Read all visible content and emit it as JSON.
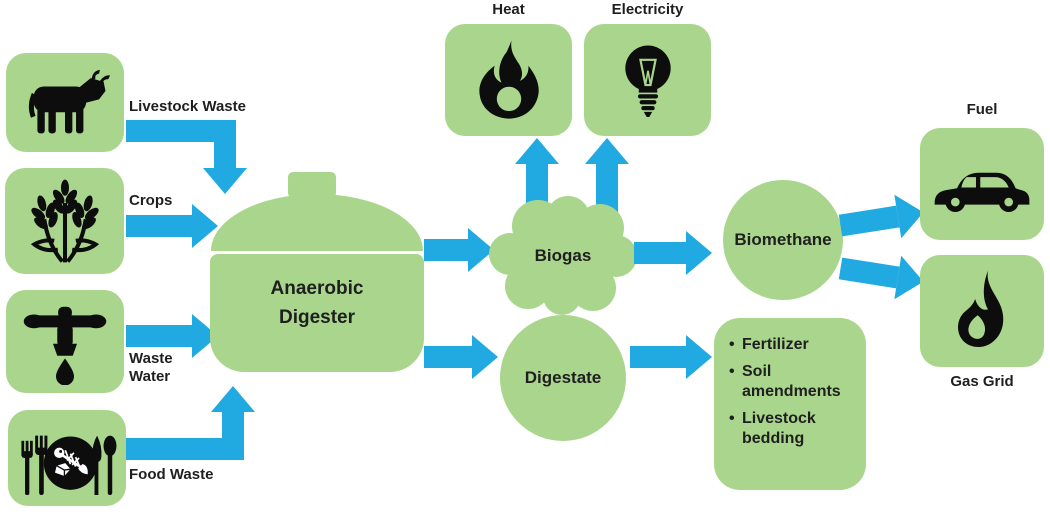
{
  "colors": {
    "green": "#a9d68c",
    "blue": "#21a9e1",
    "icon": "#0d0d0d",
    "text": "#1f1f1f"
  },
  "sources": [
    {
      "label": "Livestock Waste",
      "icon": "cow-icon"
    },
    {
      "label": "Crops",
      "icon": "wheat-icon"
    },
    {
      "label": "Waste Water",
      "icon": "faucet-icon"
    },
    {
      "label": "Food Waste",
      "icon": "food-waste-icon"
    }
  ],
  "digester": {
    "label": "Anaerobic Digester"
  },
  "nodes": {
    "biogas": "Biogas",
    "digestate": "Digestate",
    "biomethane": "Biomethane"
  },
  "outputs": {
    "heat": {
      "label": "Heat",
      "icon": "flame-icon"
    },
    "electricity": {
      "label": "Electricity",
      "icon": "light-bulb-icon"
    },
    "fuel": {
      "label": "Fuel",
      "icon": "car-icon"
    },
    "gas_grid": {
      "label": "Gas Grid",
      "icon": "gas-flame-icon"
    }
  },
  "digestate_uses": [
    {
      "bullet": "•",
      "text": "Fertilizer"
    },
    {
      "bullet": "•",
      "text": "Soil amendments"
    },
    {
      "bullet": "•",
      "text": "Livestock bedding"
    }
  ]
}
